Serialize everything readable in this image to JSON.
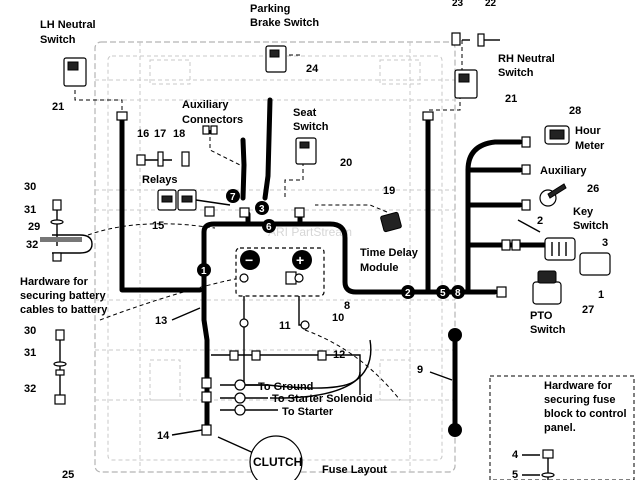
{
  "labels": {
    "lh_neutral_line1": "LH Neutral",
    "lh_neutral_line2": "Switch",
    "parking_line1": "Parking",
    "parking_line2": "Brake Switch",
    "rh_neutral_line1": "RH Neutral",
    "rh_neutral_line2": "Switch",
    "aux_conn_line1": "Auxiliary",
    "aux_conn_line2": "Connectors",
    "seat_line1": "Seat",
    "seat_line2": "Switch",
    "hour_line1": "Hour",
    "hour_line2": "Meter",
    "auxiliary": "Auxiliary",
    "key_line1": "Key",
    "key_line2": "Switch",
    "relays": "Relays",
    "time_delay_line1": "Time Delay",
    "time_delay_line2": "Module",
    "pto_line1": "PTO",
    "pto_line2": "Switch",
    "hw_battery_line1": "Hardware for",
    "hw_battery_line2": "securing battery",
    "hw_battery_line3": "cables to battery",
    "to_ground": "To Ground",
    "to_starter_solenoid": "To Starter Solenoid",
    "to_starter": "To Starter",
    "clutch": "CLUTCH",
    "fuse_layout": "Fuse Layout",
    "hw_fuse_line1": "Hardware for",
    "hw_fuse_line2": "securing fuse",
    "hw_fuse_line3": "block to control",
    "hw_fuse_line4": "panel.",
    "watermark": "ARI PartStream"
  },
  "part_numbers": {
    "p23": "23",
    "p22": "22",
    "p24": "24",
    "p21a": "21",
    "p21b": "21",
    "p28": "28",
    "p16": "16",
    "p17": "17",
    "p18": "18",
    "p20": "20",
    "p26": "26",
    "p19": "19",
    "p30a": "30",
    "p31a": "31",
    "p29": "29",
    "p32a": "32",
    "p15": "15",
    "p2": "2",
    "p3": "3",
    "p1": "1",
    "p27": "27",
    "p8": "8",
    "p10": "10",
    "p11": "11",
    "p13": "13",
    "p12": "12",
    "p9": "9",
    "p30b": "30",
    "p31b": "31",
    "p32b": "32",
    "p14": "14",
    "p4": "4",
    "p5": "5",
    "p25": "25"
  },
  "badges": {
    "b1": "1",
    "b2": "2",
    "b5": "5",
    "b6": "6",
    "b7": "7",
    "b8": "8",
    "b3": "3"
  },
  "battery": {
    "minus": "−",
    "plus": "+"
  }
}
